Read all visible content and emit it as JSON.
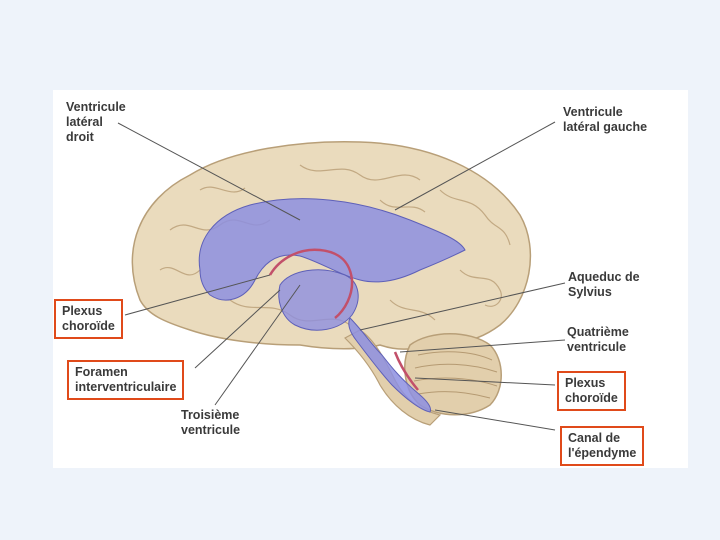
{
  "labels": {
    "ventricule_lateral_droit": "Ventricule\nlatéral\ndroit",
    "ventricule_lateral_gauche": "Ventricule\nlatéral gauche",
    "aqueduc_sylvius": "Aqueduc de\nSylvius",
    "quatrieme_ventricule": "Quatrième\nventricule",
    "plexus_choroide_left": "Plexus\nchoroïde",
    "plexus_choroide_right": "Plexus\nchoroïde",
    "foramen_interventriculaire": "Foramen\ninterventriculaire",
    "troisieme_ventricule": "Troisième\nventricule",
    "canal_ependyme": "Canal de\nl'épendyme"
  },
  "colors": {
    "highlight_box": "#e04a1a",
    "brain": "#eadbbd",
    "ventricles": "#8d8fe0",
    "plexus": "#c2506a"
  }
}
